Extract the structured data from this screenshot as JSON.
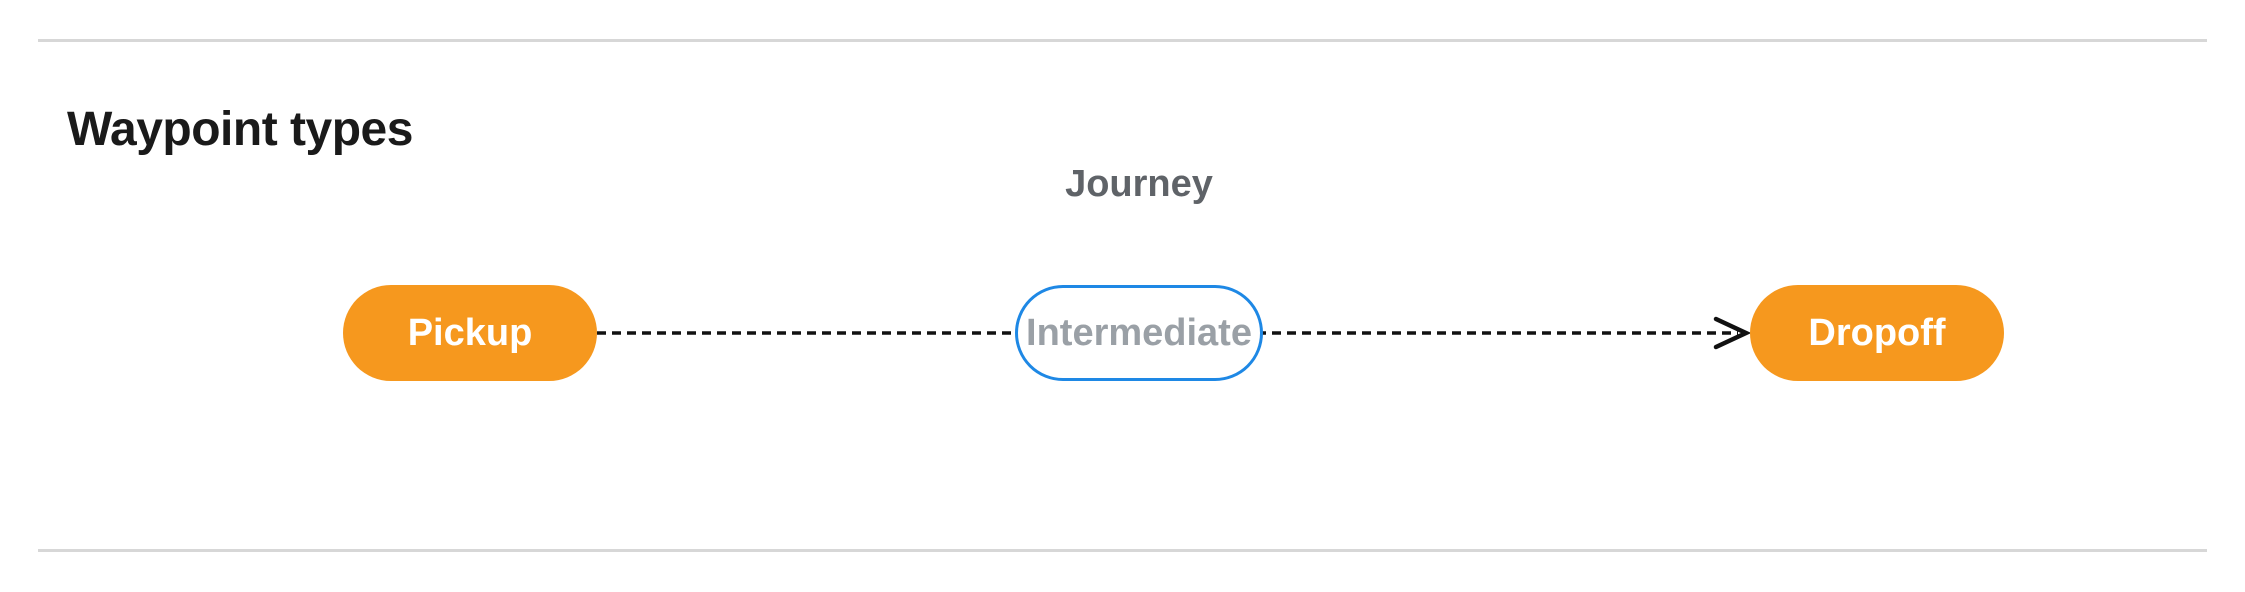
{
  "section": {
    "title": "Waypoint types"
  },
  "diagram": {
    "connector_label": "Journey",
    "nodes": [
      {
        "id": "pickup",
        "label": "Pickup",
        "shape": "pill",
        "style": "filled-orange"
      },
      {
        "id": "intermediate",
        "label": "Intermediate",
        "shape": "pill",
        "style": "outlined-blue"
      },
      {
        "id": "dropoff",
        "label": "Dropoff",
        "shape": "pill",
        "style": "filled-orange"
      }
    ],
    "edges": [
      {
        "from": "pickup",
        "to": "intermediate",
        "line": "dashed",
        "arrowhead": false
      },
      {
        "from": "intermediate",
        "to": "dropoff",
        "line": "dashed",
        "arrowhead": true
      }
    ],
    "colors": {
      "node_fill_orange": "#f6981e",
      "node_text_on_orange": "#ffffff",
      "intermediate_border_blue": "#1e88e5",
      "intermediate_text_gray": "#9aa0a6",
      "connector_black": "#111111",
      "journey_label_gray": "#5f6368",
      "heading_dark": "#1a1a1a",
      "divider_gray": "#d7d7d7"
    }
  }
}
